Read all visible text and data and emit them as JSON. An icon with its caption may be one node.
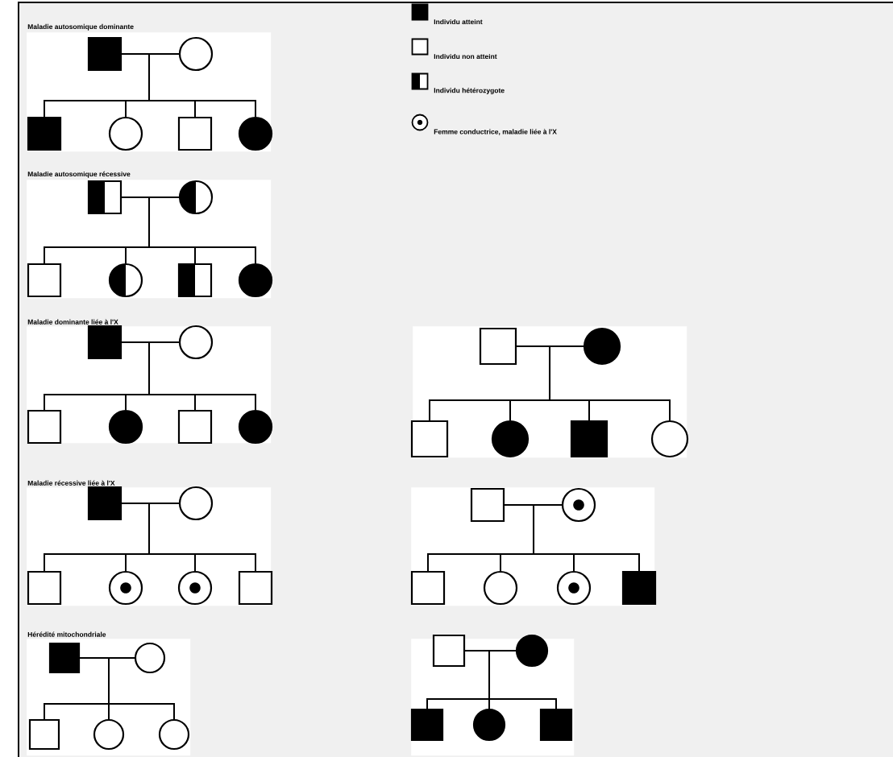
{
  "diagram": {
    "nodes": [
      {
        "text": [
          "Maladie autosomique dominante"
        ]
      },
      {
        "text": [],
        "shape": "filled-square",
        "in": 0
      },
      {
        "text": [],
        "shape": "circle",
        "in": 0
      },
      {
        "text": [],
        "shape": "filled-square",
        "in": 0
      },
      {
        "text": [],
        "shape": "circle",
        "in": 0
      },
      {
        "text": [],
        "shape": "square",
        "in": 0
      },
      {
        "text": [],
        "shape": "filled-circle",
        "in": 0
      },
      {
        "text": [
          "Maladie autosomique récessive"
        ]
      },
      {
        "text": [],
        "shape": "half-filled-square",
        "in": 7
      },
      {
        "text": [],
        "shape": "half-filled-circle",
        "in": 7
      },
      {
        "text": [],
        "shape": "square",
        "in": 7
      },
      {
        "text": [],
        "shape": "half-filled-circle",
        "in": 7
      },
      {
        "text": [],
        "shape": "half-filled-square",
        "in": 7
      },
      {
        "text": [],
        "shape": "filled-circle",
        "in": 7
      },
      {
        "text": [
          "Maladie dominante liée à l'X"
        ]
      },
      {
        "text": [],
        "shape": "filled-square",
        "in": 14
      },
      {
        "text": [],
        "shape": "circle",
        "in": 14
      },
      {
        "text": [],
        "shape": "square",
        "in": 14
      },
      {
        "text": [],
        "shape": "filled-circle",
        "in": 14
      },
      {
        "text": [],
        "shape": "square",
        "in": 14
      },
      {
        "text": [],
        "shape": "filled-circle",
        "in": 14
      },
      {
        "text": [],
        "shape": "box"
      },
      {
        "text": [],
        "shape": "square",
        "in": 21
      },
      {
        "text": [],
        "shape": "filled-circle",
        "in": 21
      },
      {
        "text": [],
        "shape": "square",
        "in": 21
      },
      {
        "text": [],
        "shape": "filled-circle",
        "in": 21
      },
      {
        "text": [],
        "shape": "filled-square",
        "in": 21
      },
      {
        "text": [],
        "shape": "circle",
        "in": 21
      },
      {
        "text": [
          "Maladie récessive liée à l'X"
        ]
      },
      {
        "text": [],
        "shape": "filled-square",
        "in": 28
      },
      {
        "text": [],
        "shape": "circle",
        "in": 28
      },
      {
        "text": [],
        "shape": "square",
        "in": 28
      },
      {
        "text": [],
        "shape": "dotted-circle",
        "in": 28
      },
      {
        "text": [],
        "shape": "dotted-circle",
        "in": 28
      },
      {
        "text": [],
        "shape": "square",
        "in": 28
      },
      {
        "text": [],
        "shape": "box"
      },
      {
        "text": [],
        "shape": "square",
        "in": 35
      },
      {
        "text": [],
        "shape": "dotted-circle",
        "in": 35
      },
      {
        "text": [],
        "shape": "square",
        "in": 35
      },
      {
        "text": [],
        "shape": "circle",
        "in": 35
      },
      {
        "text": [],
        "shape": "dotted-circle",
        "in": 35
      },
      {
        "text": [],
        "shape": "filled-square",
        "in": 35
      },
      {
        "text": [
          "Hérédité mitochondriale"
        ]
      },
      {
        "text": [],
        "shape": "filled-square",
        "in": 42
      },
      {
        "text": [],
        "shape": "circle",
        "in": 42
      },
      {
        "text": [],
        "shape": "square",
        "in": 42
      },
      {
        "text": [],
        "shape": "circle",
        "in": 42
      },
      {
        "text": [],
        "shape": "circle",
        "in": 42
      },
      {
        "text": [],
        "shape": "box"
      },
      {
        "text": [],
        "shape": "square",
        "in": 48
      },
      {
        "text": [],
        "shape": "filled-circle",
        "in": 48
      },
      {
        "text": [],
        "shape": "filled-square",
        "in": 48
      },
      {
        "text": [],
        "shape": "filled-circle",
        "in": 48
      },
      {
        "text": [],
        "shape": "filled-square",
        "in": 48
      }
    ],
    "edges": [
      {
        "from": 1,
        "to": 2,
        "arrow": "none"
      },
      {
        "from": 1,
        "to": 3,
        "arrow": "none"
      },
      {
        "from": 2,
        "to": 3,
        "arrow": "none"
      },
      {
        "from": 1,
        "to": 4,
        "arrow": "none"
      },
      {
        "from": 2,
        "to": 4,
        "arrow": "none"
      },
      {
        "from": 1,
        "to": 5,
        "arrow": "none"
      },
      {
        "from": 2,
        "to": 5,
        "arrow": "none"
      },
      {
        "from": 1,
        "to": 6,
        "arrow": "none"
      },
      {
        "from": 2,
        "to": 6,
        "arrow": "none"
      },
      {
        "from": 8,
        "to": 9,
        "arrow": "none"
      },
      {
        "from": 8,
        "to": 10,
        "arrow": "none"
      },
      {
        "from": 9,
        "to": 10,
        "arrow": "none"
      },
      {
        "from": 8,
        "to": 11,
        "arrow": "none"
      },
      {
        "from": 9,
        "to": 11,
        "arrow": "none"
      },
      {
        "from": 8,
        "to": 12,
        "arrow": "none"
      },
      {
        "from": 9,
        "to": 12,
        "arrow": "none"
      },
      {
        "from": 8,
        "to": 13,
        "arrow": "none"
      },
      {
        "from": 9,
        "to": 13,
        "arrow": "none"
      },
      {
        "from": 15,
        "to": 16,
        "arrow": "none"
      },
      {
        "from": 15,
        "to": 17,
        "arrow": "none"
      },
      {
        "from": 16,
        "to": 17,
        "arrow": "none"
      },
      {
        "from": 15,
        "to": 18,
        "arrow": "none"
      },
      {
        "from": 16,
        "to": 18,
        "arrow": "none"
      },
      {
        "from": 15,
        "to": 19,
        "arrow": "none"
      },
      {
        "from": 16,
        "to": 19,
        "arrow": "none"
      },
      {
        "from": 15,
        "to": 20,
        "arrow": "none"
      },
      {
        "from": 16,
        "to": 20,
        "arrow": "none"
      },
      {
        "from": 22,
        "to": 23,
        "arrow": "none"
      },
      {
        "from": 22,
        "to": 24,
        "arrow": "none"
      },
      {
        "from": 23,
        "to": 24,
        "arrow": "none"
      },
      {
        "from": 22,
        "to": 25,
        "arrow": "none"
      },
      {
        "from": 23,
        "to": 25,
        "arrow": "none"
      },
      {
        "from": 22,
        "to": 26,
        "arrow": "none"
      },
      {
        "from": 23,
        "to": 26,
        "arrow": "none"
      },
      {
        "from": 22,
        "to": 27,
        "arrow": "none"
      },
      {
        "from": 23,
        "to": 27,
        "arrow": "none"
      },
      {
        "from": 29,
        "to": 30,
        "arrow": "none"
      },
      {
        "from": 29,
        "to": 31,
        "arrow": "none"
      },
      {
        "from": 30,
        "to": 31,
        "arrow": "none"
      },
      {
        "from": 29,
        "to": 32,
        "arrow": "none"
      },
      {
        "from": 30,
        "to": 32,
        "arrow": "none"
      },
      {
        "from": 29,
        "to": 33,
        "arrow": "none"
      },
      {
        "from": 30,
        "to": 33,
        "arrow": "none"
      },
      {
        "from": 29,
        "to": 34,
        "arrow": "none"
      },
      {
        "from": 30,
        "to": 34,
        "arrow": "none"
      },
      {
        "from": 36,
        "to": 37,
        "arrow": "none"
      },
      {
        "from": 36,
        "to": 38,
        "arrow": "none"
      },
      {
        "from": 37,
        "to": 38,
        "arrow": "none"
      },
      {
        "from": 36,
        "to": 39,
        "arrow": "none"
      },
      {
        "from": 37,
        "to": 39,
        "arrow": "none"
      },
      {
        "from": 36,
        "to": 40,
        "arrow": "none"
      },
      {
        "from": 37,
        "to": 40,
        "arrow": "none"
      },
      {
        "from": 36,
        "to": 41,
        "arrow": "none"
      },
      {
        "from": 37,
        "to": 41,
        "arrow": "none"
      },
      {
        "from": 43,
        "to": 44,
        "arrow": "none"
      },
      {
        "from": 43,
        "to": 45,
        "arrow": "none"
      },
      {
        "from": 44,
        "to": 45,
        "arrow": "none"
      },
      {
        "from": 43,
        "to": 46,
        "arrow": "none"
      },
      {
        "from": 44,
        "to": 46,
        "arrow": "none"
      },
      {
        "from": 43,
        "to": 47,
        "arrow": "none"
      },
      {
        "from": 44,
        "to": 47,
        "arrow": "none"
      },
      {
        "from": 49,
        "to": 50,
        "arrow": "none"
      },
      {
        "from": 49,
        "to": 51,
        "arrow": "none"
      },
      {
        "from": 50,
        "to": 51,
        "arrow": "none"
      },
      {
        "from": 49,
        "to": 52,
        "arrow": "none"
      },
      {
        "from": 50,
        "to": 52,
        "arrow": "none"
      },
      {
        "from": 49,
        "to": 53,
        "arrow": "none"
      },
      {
        "from": 50,
        "to": 53,
        "arrow": "none"
      }
    ],
    "legend": [
      {
        "text": "Individu atteint"
      },
      {
        "text": "Individu non atteint"
      },
      {
        "text": "Individu hétérozygote"
      },
      {
        "text": "Femme conductrice, maladie liée à l'X"
      }
    ]
  }
}
